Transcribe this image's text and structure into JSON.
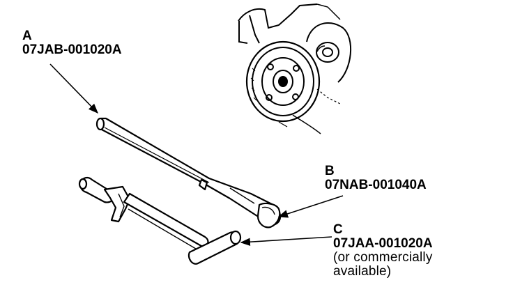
{
  "callouts": {
    "a": {
      "letter": "A",
      "part_number": "07JAB-001020A"
    },
    "b": {
      "letter": "B",
      "part_number": "07NAB-001040A"
    },
    "c": {
      "letter": "C",
      "part_number": "07JAA-001020A",
      "note_line1": "(or commercially",
      "note_line2": "available)"
    }
  },
  "colors": {
    "ink": "#000000",
    "paper": "#ffffff"
  }
}
